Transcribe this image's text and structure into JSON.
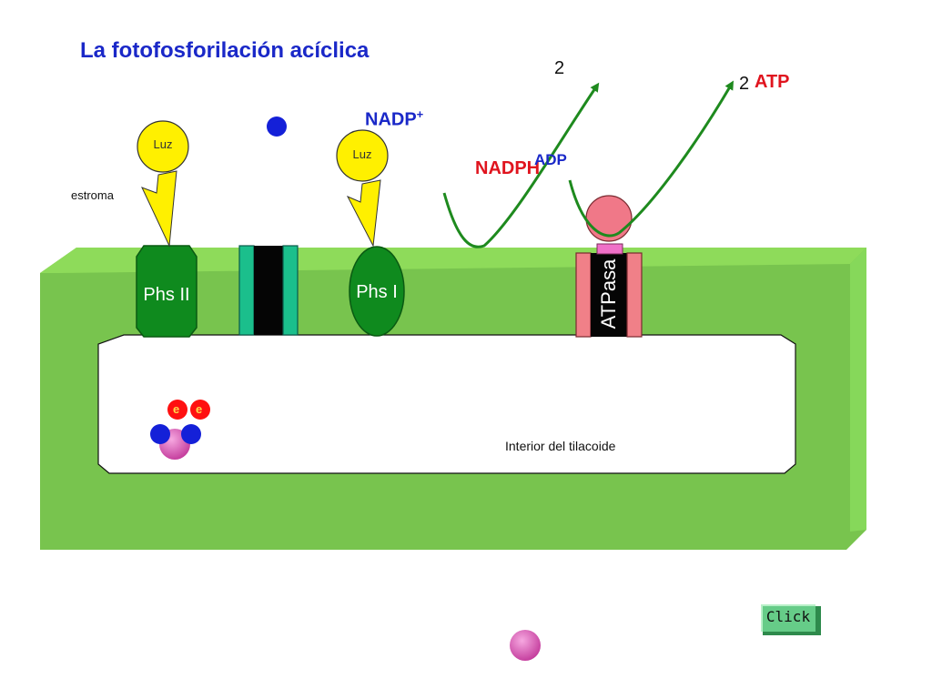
{
  "title": "La fotofosforilación acíclica",
  "labels": {
    "count_left": "2",
    "count_right": "2",
    "atp": "ATP",
    "nadp_plus_base": "NADP",
    "nadp_plus_sup": "+",
    "nadph": "NADPH",
    "adp": "ADP",
    "estroma": "estroma",
    "luz_1": "Luz",
    "luz_2": "Luz",
    "phs_ii": "Phs II",
    "phs_i": "Phs I",
    "atpasa": "ATPasa",
    "electron_1": "e",
    "electron_2": "e",
    "interior": "Interior del tilacoide"
  },
  "button": {
    "label": "Click"
  },
  "colors": {
    "membrane": "#78c44e",
    "membrane_top": "#8edb5a",
    "membrane_edge": "#5aa838",
    "photosystem": "#0f8a1e",
    "complex_teal": "#1bbf8c",
    "complex_core": "#050505",
    "atpase_pink": "#f08088",
    "atpase_head": "#f07888",
    "light_yellow": "#fff000",
    "electron_red": "#ff1010",
    "proton_blue": "#1420d8",
    "water_magenta": "#d850b0",
    "arrow_green": "#1e8a1e",
    "title_blue": "#1a28c8",
    "atp_red": "#e0141e"
  }
}
